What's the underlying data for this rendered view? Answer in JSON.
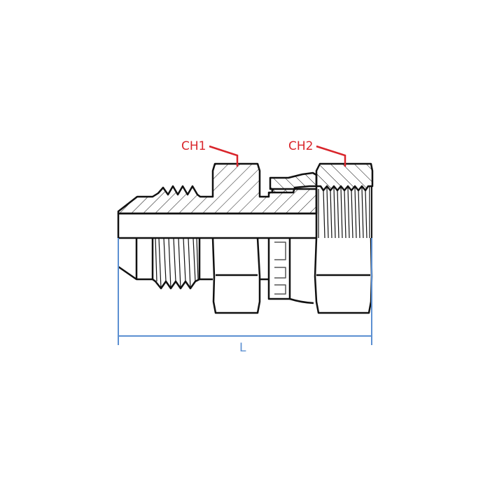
{
  "diagram": {
    "type": "technical-drawing",
    "subject": "hydraulic adapter fitting, half-section view",
    "labels": {
      "ch1": "CH1",
      "ch2": "CH2",
      "length": "L"
    },
    "colors": {
      "outline": "#111111",
      "callout": "#d9252b",
      "dimension": "#5b8fd1",
      "background": "#ffffff"
    }
  }
}
